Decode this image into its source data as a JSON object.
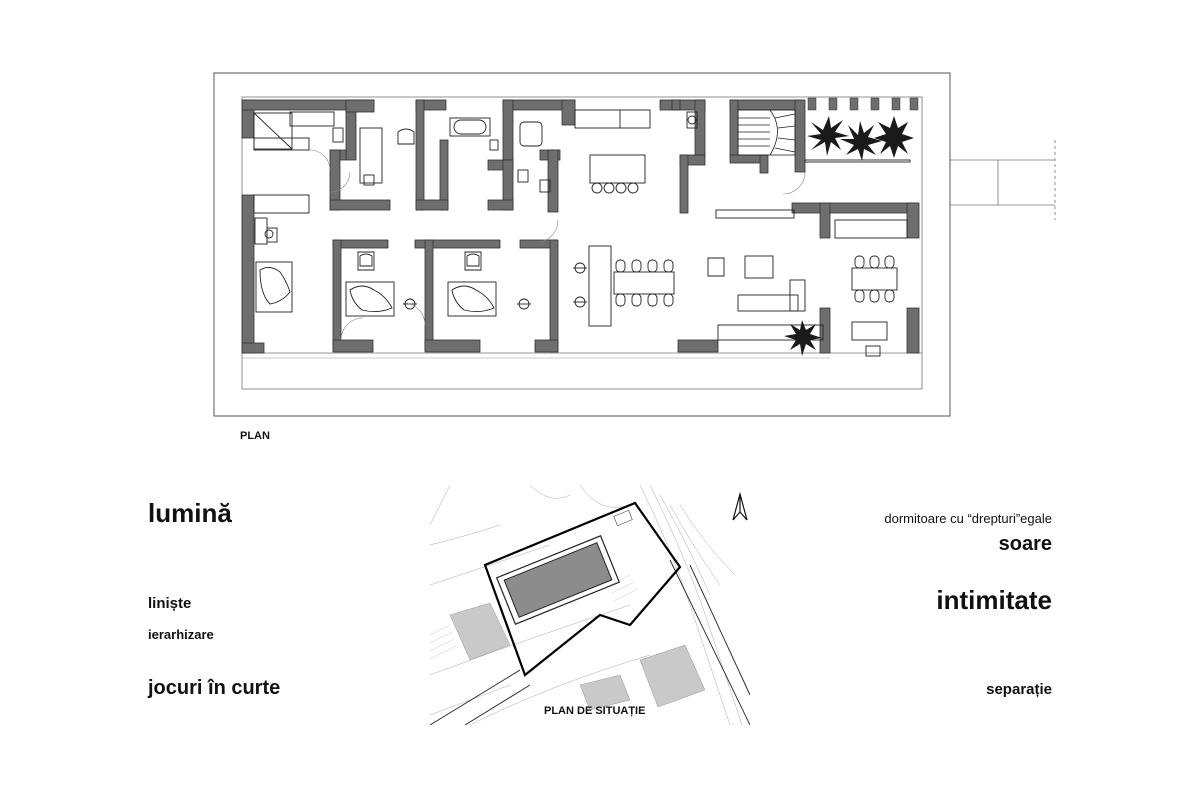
{
  "captions": {
    "plan": "PLAN",
    "site_plan": "PLAN DE SITUAȚIE"
  },
  "concepts_left": {
    "lumina": "lumină",
    "liniste": "liniște",
    "ierarhizare": "ierarhizare",
    "jocuri": "jocuri în curte"
  },
  "concepts_right": {
    "dormitoare": "dormitoare cu “drepturi”egale",
    "soare": "soare",
    "intimitate": "intimitate",
    "separatie": "separație"
  },
  "icons": {
    "north_arrow": "north-arrow-icon"
  },
  "colors": {
    "wall": "#6e6e6e",
    "line": "#222222",
    "plant": "#1a1a1a",
    "site_building": "#8c8c8c"
  }
}
